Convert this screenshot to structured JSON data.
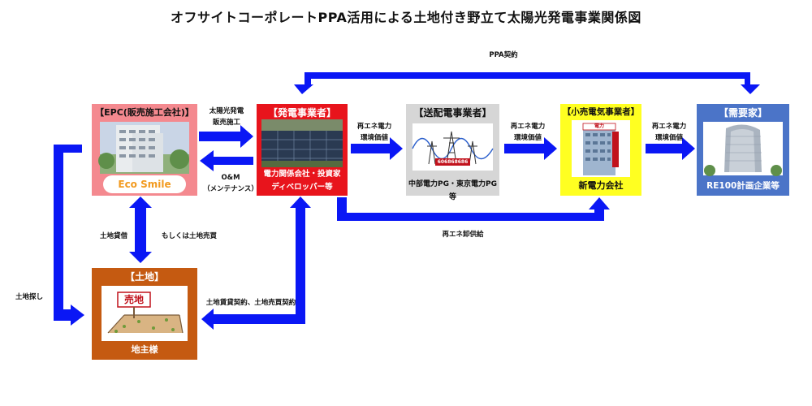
{
  "title": "オフサイトコーポレートPPA活用による土地付き野立て太陽光発電事業関係図",
  "labels": {
    "ppa_contract": "PPA契約",
    "epc_sales_1": "太陽光発電",
    "epc_sales_2": "販売施工",
    "om_1": "O&M",
    "om_2": "（メンテナンス）",
    "re_value_1a": "再エネ電力",
    "re_value_1b": "環境価値",
    "re_value_2a": "再エネ電力",
    "re_value_2b": "環境価値",
    "re_value_3a": "再エネ電力",
    "re_value_3b": "環境価値",
    "re_wholesale": "再エネ卸供給",
    "land_lease": "土地貸借",
    "land_sale": "もしくは土地売買",
    "land_search": "土地探し",
    "land_contract": "土地賃貸契約、土地売買契約"
  },
  "boxes": {
    "epc": {
      "head": "【EPC(販売施工会社)】",
      "logo": "Eco Smile"
    },
    "generator": {
      "head": "【発電事業者】",
      "foot1": "電力関係会社・投資家",
      "foot2": "ディベロッパー等"
    },
    "grid": {
      "head": "【送配電事業者】",
      "foot": "中部電力PG・東京電力PG等",
      "sign": "606868686"
    },
    "retail": {
      "head": "【小売電気事業者】",
      "foot": "新電力会社",
      "building_sign": "電力"
    },
    "demand": {
      "head": "【需要家】",
      "foot": "RE100計画企業等"
    },
    "land": {
      "head": "【土地】",
      "foot": "地主様",
      "sign": "売地"
    }
  },
  "colors": {
    "arrow": "#0a17f5",
    "epc": "#f4898f",
    "generator": "#e8141c",
    "grid": "#d6d6d6",
    "retail": "#ffff21",
    "demand": "#4b74c8",
    "land": "#c55a11"
  }
}
